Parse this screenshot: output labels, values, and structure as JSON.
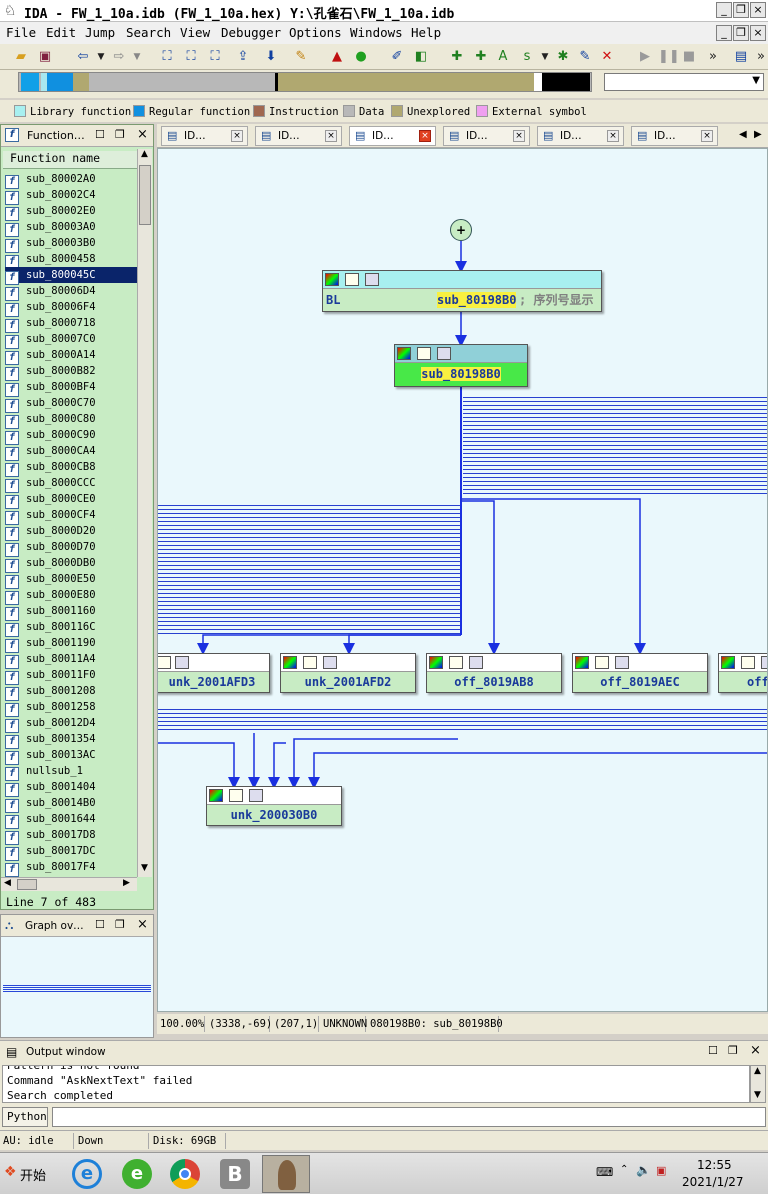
{
  "window": {
    "title": "IDA - FW_1_10a.idb (FW_1_10a.hex) Y:\\孔雀石\\FW_1_10a.idb"
  },
  "menu": [
    "File",
    "Edit",
    "Jump",
    "Search",
    "View",
    "Debugger",
    "Options",
    "Windows",
    "Help"
  ],
  "legend": [
    {
      "label": "Library function",
      "color": "#a8f0f0"
    },
    {
      "label": "Regular function",
      "color": "#1090e0"
    },
    {
      "label": "Instruction",
      "color": "#a06850"
    },
    {
      "label": "Data",
      "color": "#b8b8b8"
    },
    {
      "label": "Unexplored",
      "color": "#b0a870"
    },
    {
      "label": "External symbol",
      "color": "#f0a0f0"
    }
  ],
  "functions_panel": {
    "title": "Function…",
    "column": "Function name",
    "items": [
      "sub_80002A0",
      "sub_80002C4",
      "sub_80002E0",
      "sub_80003A0",
      "sub_80003B0",
      "sub_8000458",
      "sub_800045C",
      "sub_80006D4",
      "sub_80006F4",
      "sub_8000718",
      "sub_80007C0",
      "sub_8000A14",
      "sub_8000B82",
      "sub_8000BF4",
      "sub_8000C70",
      "sub_8000C80",
      "sub_8000C90",
      "sub_8000CA4",
      "sub_8000CB8",
      "sub_8000CCC",
      "sub_8000CE0",
      "sub_8000CF4",
      "sub_8000D20",
      "sub_8000D70",
      "sub_8000DB0",
      "sub_8000E50",
      "sub_8000E80",
      "sub_8001160",
      "sub_800116C",
      "sub_8001190",
      "sub_80011A4",
      "sub_80011F0",
      "sub_8001208",
      "sub_8001258",
      "sub_80012D4",
      "sub_8001354",
      "sub_80013AC",
      "nullsub_1",
      "sub_8001404",
      "sub_80014B0",
      "sub_8001644",
      "sub_80017D8",
      "sub_80017DC",
      "sub_80017F4"
    ],
    "selected_index": 6,
    "line_status": "Line 7 of 483"
  },
  "graph_overview": {
    "title": "Graph ov…"
  },
  "tabs": [
    {
      "label": "ID…"
    },
    {
      "label": "ID…"
    },
    {
      "label": "ID…"
    },
    {
      "label": "ID…"
    },
    {
      "label": "ID…"
    },
    {
      "label": "ID…"
    }
  ],
  "graph": {
    "node1": {
      "instr": "BL",
      "operand": "sub_80198B0",
      "comment": "; 序列号显示"
    },
    "node2": {
      "label": "sub_80198B0"
    },
    "row": [
      "unk_2001AFD3",
      "unk_2001AFD2",
      "off_8019AB8",
      "off_8019AEC",
      "off"
    ],
    "bottom": "unk_200030B0"
  },
  "status": {
    "zoom": "100.00%",
    "coords": "(3338,-69)",
    "pos": "(207,1)",
    "mode": "UNKNOWN",
    "addr": "080198B0: sub_80198B0"
  },
  "output": {
    "title": "Output window",
    "lines": [
      "Pattern is not found",
      "Command \"AskNextText\" failed",
      "Search completed"
    ],
    "tab": "Python"
  },
  "bottom_status": {
    "au": "AU:  idle",
    "dir": "Down",
    "disk": "Disk: 69GB"
  },
  "taskbar": {
    "start": "开始",
    "time": "12:55",
    "date": "2021/1/27"
  }
}
